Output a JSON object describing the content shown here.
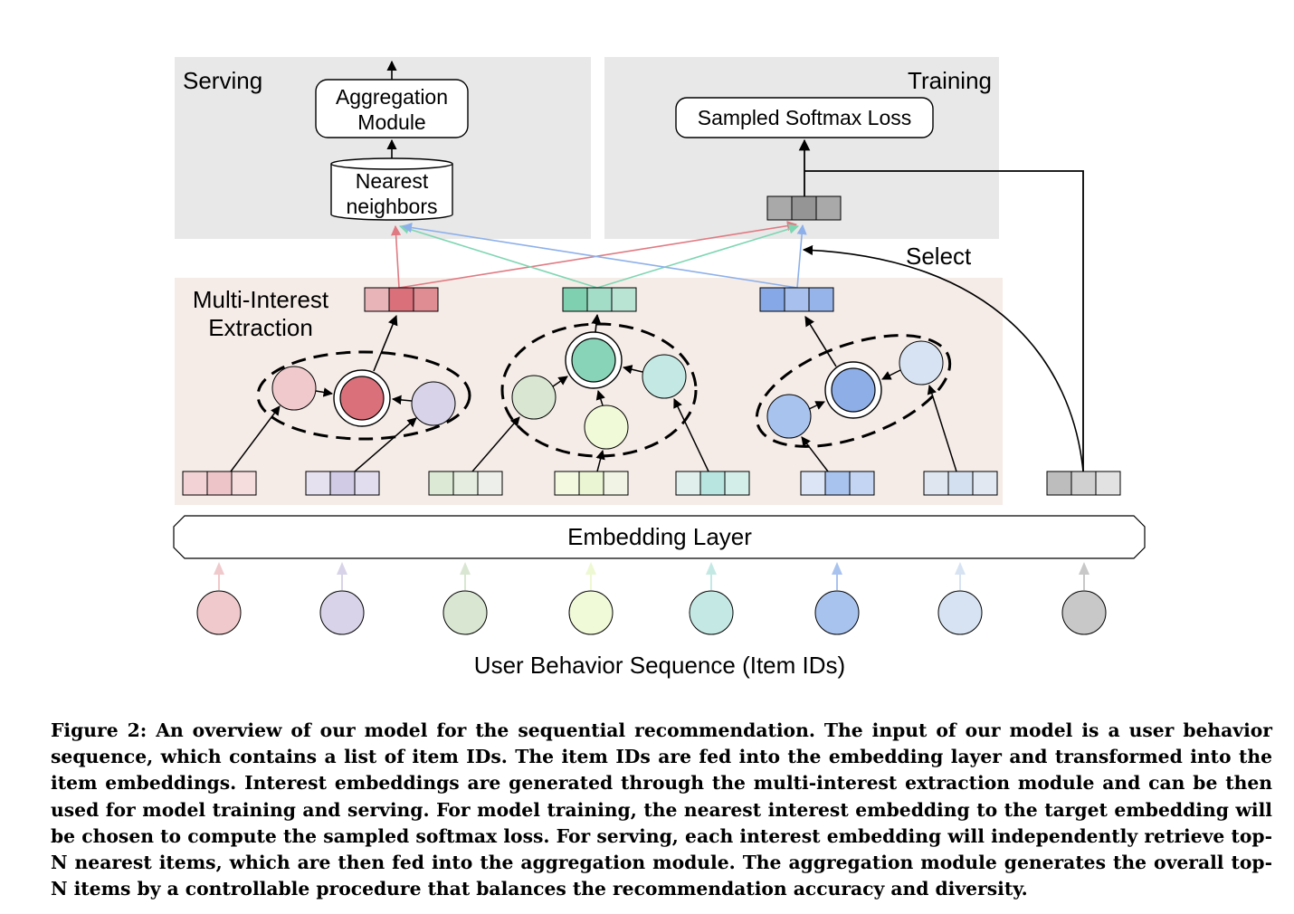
{
  "diagram": {
    "serving_title": "Serving",
    "training_title": "Training",
    "aggregation_module": [
      "Aggregation",
      "Module"
    ],
    "nearest_neighbors": [
      "Nearest",
      "neighbors"
    ],
    "sampled_softmax": "Sampled Softmax Loss",
    "select_label": "Select",
    "multi_interest": [
      "Multi-Interest",
      "Extraction"
    ],
    "embedding_layer": "Embedding Layer",
    "behavior_sequence": "User Behavior Sequence (Item IDs)",
    "colors": {
      "serving_bg": "#e8e8e8",
      "training_bg": "#e8e8e8",
      "extraction_bg": "#f5ece7",
      "interest_red": "#d9707a",
      "interest_green": "#88d4b8",
      "interest_blue": "#8eaee8"
    },
    "item_colors": [
      "#efc9cb",
      "#d8d3e8",
      "#d9e6d2",
      "#f1fad8",
      "#c4e9e4",
      "#a9c3ef",
      "#d7e3f2",
      "#c8c8c8"
    ]
  },
  "caption": "Figure 2: An overview of our model for the sequential recommendation. The input of our model is a user behavior sequence, which contains a list of item IDs. The item IDs are fed into the embedding layer and transformed into the item embeddings. Interest embeddings are generated through the multi-interest extraction module and can be then used for model training and serving. For model training, the nearest interest embedding to the target embedding will be chosen to compute the sampled softmax loss. For serving, each interest embedding will independently retrieve top-N nearest items, which are then fed into the aggregation module. The aggregation module generates the overall top-N items by a controllable procedure that balances the recommendation accuracy and diversity."
}
